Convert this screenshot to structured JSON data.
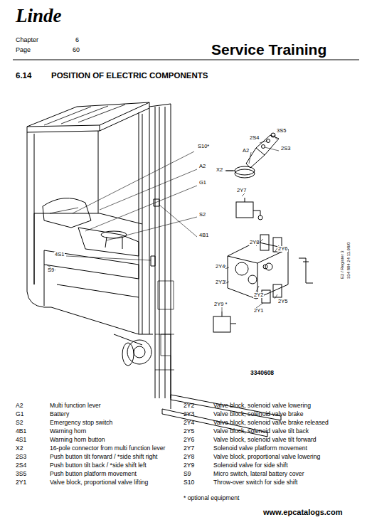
{
  "diagram": {
    "title": "POSITION OF ELECTRIC COMPONENTS",
    "labels": [
      "Linde",
      "Chapter",
      "6",
      "Page",
      "60",
      "Service Training",
      "6.14",
      "S10*",
      "A2",
      "G1",
      "S2",
      "4B1",
      "4S1",
      "S9",
      "3S5",
      "2S4",
      "2S3",
      "A2",
      "X2",
      "2Y7",
      "2Y8",
      "2Y6",
      "2Y4",
      "2Y3",
      "2Y2",
      "2Y5",
      "2Y1",
      "2Y9 *",
      "3340608",
      "E2 / Register 3",
      "334 804 24 11.98/0",
      "A2",
      "Multi function lever",
      "G1",
      "Battery",
      "S2",
      "Emergency stop switch",
      "4B1",
      "Warning horn",
      "4S1",
      "Warning horn button",
      "X2",
      "16-pole connector from multi function lever",
      "2S3",
      "Push button tilt forward / *side shift right",
      "2S4",
      "Push button tilt back / *side shift left",
      "3S5",
      "Push button platform movement",
      "2Y1",
      "Valve block, proportional valve lifting",
      "2Y2",
      "Valve block, solenoid valve lowering",
      "2Y3",
      "Valve block, solenoid valve brake",
      "2Y4",
      "Valve block, solenoid valve brake released",
      "2Y5",
      "Valve block, solenoid valve tilt back",
      "2Y6",
      "Valve block, solenoid valve tilt forward",
      "2Y7",
      "Solenoid valve platform movement",
      "2Y8",
      "Valve block, proportional valve lowering",
      "2Y9",
      "Solenoid valve for side shift",
      "S9",
      "Micro switch, lateral battery cover",
      "S10",
      "Throw-over switch for side shift",
      "* optional equipment",
      "www.epcatalogs.com"
    ]
  }
}
